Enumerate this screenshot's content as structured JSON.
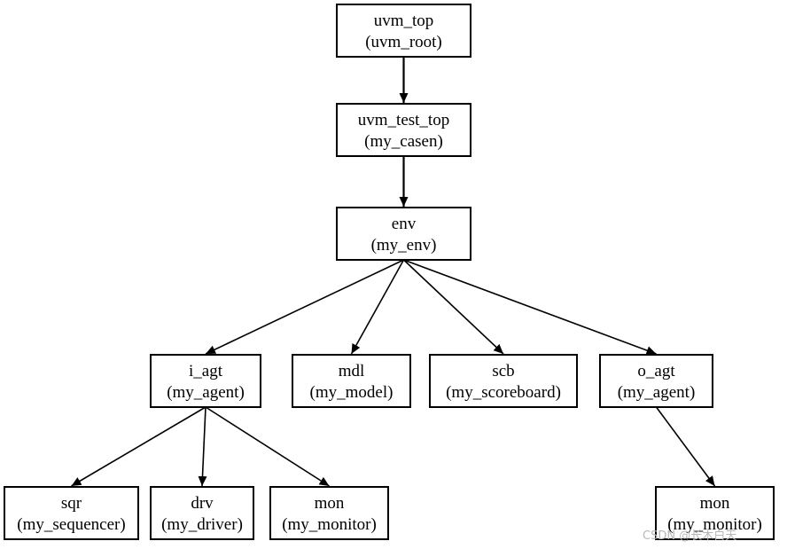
{
  "diagram": {
    "nodes": [
      {
        "id": "uvm_top",
        "name": "uvm_top",
        "type": "(uvm_root)"
      },
      {
        "id": "uvm_test_top",
        "name": "uvm_test_top",
        "type": "(my_casen)"
      },
      {
        "id": "env",
        "name": "env",
        "type": "(my_env)"
      },
      {
        "id": "i_agt",
        "name": "i_agt",
        "type": "(my_agent)"
      },
      {
        "id": "mdl",
        "name": "mdl",
        "type": "(my_model)"
      },
      {
        "id": "scb",
        "name": "scb",
        "type": "(my_scoreboard)"
      },
      {
        "id": "o_agt",
        "name": "o_agt",
        "type": "(my_agent)"
      },
      {
        "id": "sqr",
        "name": "sqr",
        "type": "(my_sequencer)"
      },
      {
        "id": "drv",
        "name": "drv",
        "type": "(my_driver)"
      },
      {
        "id": "i_mon",
        "name": "mon",
        "type": "(my_monitor)"
      },
      {
        "id": "o_mon",
        "name": "mon",
        "type": "(my_monitor)"
      }
    ],
    "edges": [
      {
        "from": "uvm_top",
        "to": "uvm_test_top"
      },
      {
        "from": "uvm_test_top",
        "to": "env"
      },
      {
        "from": "env",
        "to": "i_agt"
      },
      {
        "from": "env",
        "to": "mdl"
      },
      {
        "from": "env",
        "to": "scb"
      },
      {
        "from": "env",
        "to": "o_agt"
      },
      {
        "from": "i_agt",
        "to": "sqr"
      },
      {
        "from": "i_agt",
        "to": "drv"
      },
      {
        "from": "i_agt",
        "to": "i_mon"
      },
      {
        "from": "o_agt",
        "to": "o_mon"
      }
    ]
  },
  "watermark": "CSDN @长木白天"
}
